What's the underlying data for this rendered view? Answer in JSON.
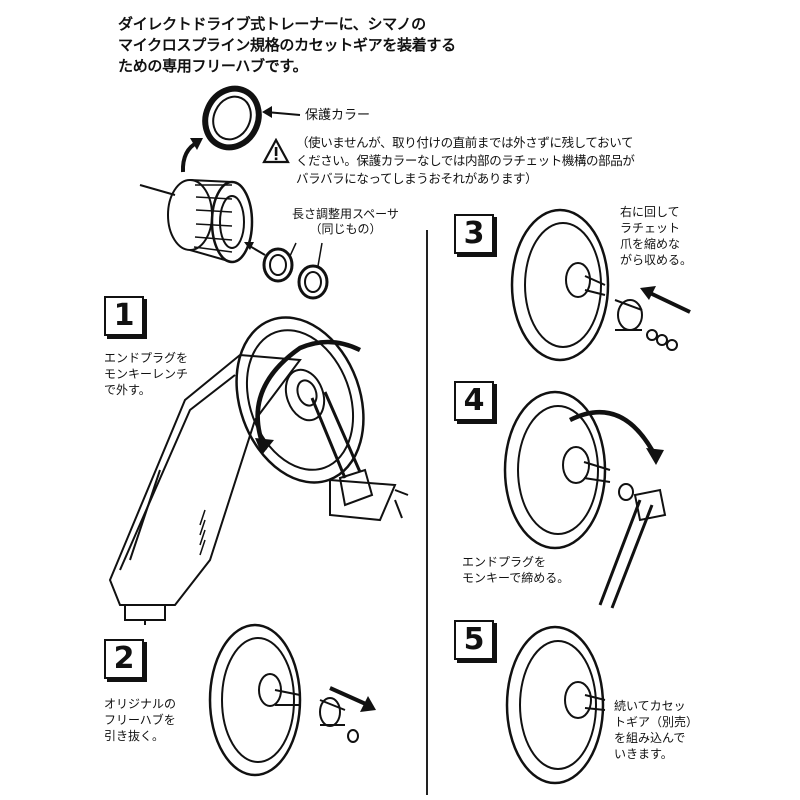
{
  "intro": {
    "lines": [
      "ダイレクトドライブ式トレーナーに、シマノの",
      "マイクロスプライン規格のカセットギアを装着する",
      "ための専用フリーハブです。"
    ]
  },
  "collar": {
    "label": "保護カラー"
  },
  "warning": {
    "icon": "warning-triangle-icon",
    "lines": [
      "（使いませんが、取り付けの直前までは外さずに残しておいて",
      "ください。保護カラーなしでは内部のラチェット機構の部品が",
      "バラバラになってしまうおそれがあります）"
    ]
  },
  "spacer": {
    "lines": [
      "長さ調整用スペーサ",
      "（同じもの）"
    ]
  },
  "steps": [
    {
      "number": "1",
      "lines": [
        "エンドプラグを",
        "モンキーレンチ",
        "で外す。"
      ]
    },
    {
      "number": "2",
      "lines": [
        "オリジナルの",
        "フリーハブを",
        "引き抜く。"
      ]
    },
    {
      "number": "3",
      "lines": [
        "右に回して",
        "ラチェット",
        "爪を縮めな",
        "がら収める。"
      ]
    },
    {
      "number": "4",
      "lines": [
        "エンドプラグを",
        "モンキーで締める。"
      ]
    },
    {
      "number": "5",
      "lines": [
        "続いてカセッ",
        "トギア（別売）",
        "を組み込んで",
        "いきます。"
      ]
    }
  ],
  "colors": {
    "ink": "#111111",
    "paper": "#ffffff"
  }
}
